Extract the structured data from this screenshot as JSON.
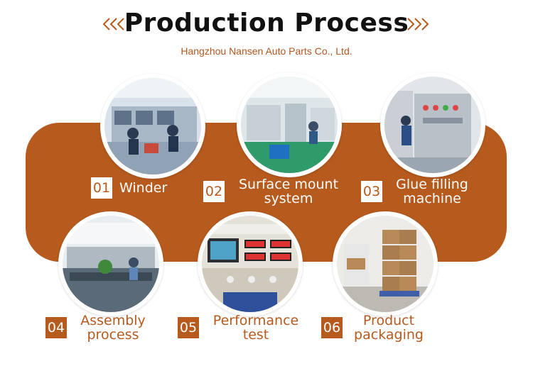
{
  "header": {
    "title": "Production Process",
    "subtitle": "Hangzhou Nansen Auto Parts Co., Ltd."
  },
  "colors": {
    "accent": "#b65a1d",
    "text": "#111111",
    "white": "#ffffff"
  },
  "steps": [
    {
      "num": "01",
      "label": "Winder",
      "photo": "winding-workshop-photo"
    },
    {
      "num": "02",
      "label": "Surface mount system",
      "photo": "smt-line-photo"
    },
    {
      "num": "03",
      "label": "Glue filling machine",
      "photo": "glue-filling-photo"
    },
    {
      "num": "04",
      "label": "Assembly process",
      "photo": "assembly-line-photo"
    },
    {
      "num": "05",
      "label": "Performance test",
      "photo": "test-bench-photo"
    },
    {
      "num": "06",
      "label": "Product packaging",
      "photo": "packaging-photo"
    }
  ]
}
